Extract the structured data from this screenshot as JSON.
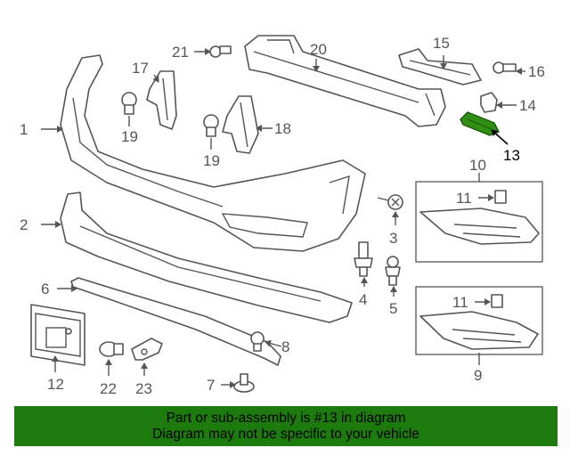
{
  "diagram": {
    "highlighted_part": "13",
    "highlight_color": "#2f8f12",
    "banner_color": "#1d7a0d",
    "callouts": {
      "p1": "1",
      "p2": "2",
      "p3": "3",
      "p4": "4",
      "p5": "5",
      "p6": "6",
      "p7": "7",
      "p8": "8",
      "p9": "9",
      "p10": "10",
      "p11a": "11",
      "p11b": "11",
      "p12": "12",
      "p13": "13",
      "p14": "14",
      "p15": "15",
      "p16": "16",
      "p17": "17",
      "p18": "18",
      "p19a": "19",
      "p19b": "19",
      "p20": "20",
      "p21": "21",
      "p22": "22",
      "p23": "23"
    }
  },
  "banner": {
    "line1": "Part or sub-assembly is #13 in diagram",
    "line2": "Diagram may not be specific to your vehicle"
  }
}
